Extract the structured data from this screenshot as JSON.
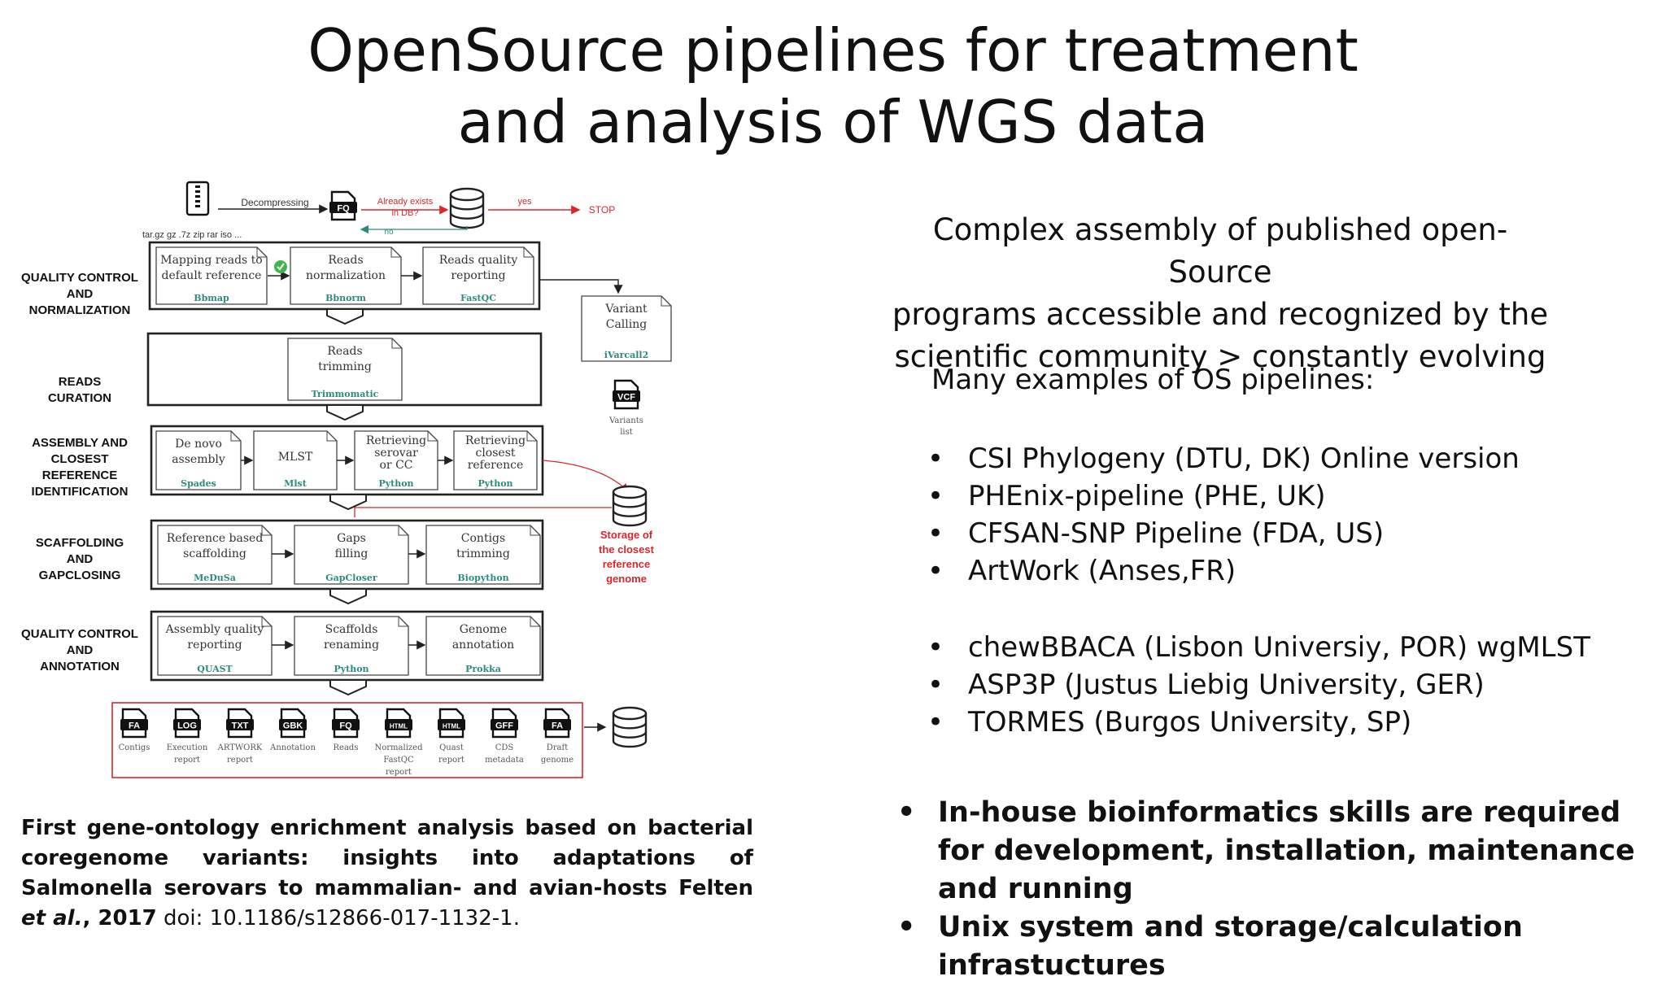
{
  "title": {
    "line1": "OpenSource pipelines for treatment",
    "line2": "and analysis of WGS data"
  },
  "diagram": {
    "top": {
      "archive_formats": "tar.gz  gz  .7z  zip  rar  iso ...",
      "decompressing": "Decompressing",
      "fq": "FQ",
      "already_exists_1": "Already exists",
      "already_exists_2": "in DB?",
      "yes": "yes",
      "no": "no",
      "stop": "STOP"
    },
    "stages": [
      {
        "label": [
          "QUALITY CONTROL",
          "AND",
          "NORMALIZATION"
        ]
      },
      {
        "label": [
          "READS",
          "CURATION"
        ]
      },
      {
        "label": [
          "ASSEMBLY AND",
          "CLOSEST",
          "REFERENCE",
          "IDENTIFICATION"
        ]
      },
      {
        "label": [
          "SCAFFOLDING",
          "AND",
          "GAPCLOSING"
        ]
      },
      {
        "label": [
          "QUALITY CONTROL",
          "AND",
          "ANNOTATION"
        ]
      }
    ],
    "qc_steps": [
      {
        "name": [
          "Mapping reads to",
          "default reference"
        ],
        "tool": "Bbmap"
      },
      {
        "name": [
          "Reads",
          "normalization"
        ],
        "tool": "Bbnorm"
      },
      {
        "name": [
          "Reads quality",
          "reporting"
        ],
        "tool": "FastQC"
      }
    ],
    "curation_step": {
      "name": [
        "Reads",
        "trimming"
      ],
      "tool": "Trimmomatic"
    },
    "assembly_steps": [
      {
        "name": [
          "De novo",
          "assembly"
        ],
        "tool": "Spades"
      },
      {
        "name": [
          "MLST"
        ],
        "tool": "Mlst"
      },
      {
        "name": [
          "Retrieving",
          "serovar",
          "or CC"
        ],
        "tool": "Python"
      },
      {
        "name": [
          "Retrieving",
          "closest",
          "reference"
        ],
        "tool": "Python"
      }
    ],
    "scaffolding_steps": [
      {
        "name": [
          "Reference based",
          "scaffolding"
        ],
        "tool": "MeDuSa"
      },
      {
        "name": [
          "Gaps",
          "filling"
        ],
        "tool": "GapCloser"
      },
      {
        "name": [
          "Contigs",
          "trimming"
        ],
        "tool": "Biopython"
      }
    ],
    "annotation_steps": [
      {
        "name": [
          "Assembly quality",
          "reporting"
        ],
        "tool": "QUAST"
      },
      {
        "name": [
          "Scaffolds",
          "renaming"
        ],
        "tool": "Python"
      },
      {
        "name": [
          "Genome",
          "annotation"
        ],
        "tool": "Prokka"
      }
    ],
    "variant_calling": {
      "name": [
        "Variant",
        "Calling"
      ],
      "tool": "iVarcall2",
      "file": "VCF",
      "file_label": [
        "Variants",
        "list"
      ]
    },
    "storage": [
      "Storage of",
      "the closest",
      "reference",
      "genome"
    ],
    "outputs": [
      {
        "icon": "FA",
        "label": [
          "Contigs"
        ]
      },
      {
        "icon": "LOG",
        "label": [
          "Execution",
          "report"
        ]
      },
      {
        "icon": "TXT",
        "label": [
          "ARTWORK",
          "report"
        ]
      },
      {
        "icon": "GBK",
        "label": [
          "Annotation"
        ]
      },
      {
        "icon": "FQ",
        "label": [
          "Reads"
        ]
      },
      {
        "icon": "HTML",
        "label": [
          "Normalized",
          "FastQC",
          "report"
        ]
      },
      {
        "icon": "HTML",
        "label": [
          "Quast",
          "report"
        ]
      },
      {
        "icon": "GFF",
        "label": [
          "CDS",
          "metadata"
        ]
      },
      {
        "icon": "FA",
        "label": [
          "Draft",
          "genome"
        ]
      }
    ],
    "colors": {
      "tool_text": "#2f8a7e",
      "red": "#d9262c",
      "check": "#3cb84a"
    }
  },
  "intro": {
    "line1": "Complex assembly of published open-Source",
    "line2": "programs accessible and recognized by the",
    "line3": "scientific community > constantly evolving"
  },
  "examples_heading": "Many examples of OS pipelines:",
  "examples_group1": [
    "CSI Phylogeny (DTU, DK) Online version",
    "PHEnix-pipeline (PHE, UK)",
    "CFSAN-SNP Pipeline (FDA, US)",
    "ArtWork (Anses,FR)"
  ],
  "examples_group2": [
    "chewBBACA (Lisbon Universiy, POR) wgMLST",
    "ASP3P (Justus Liebig University, GER)",
    "TORMES (Burgos University, SP)"
  ],
  "requirements": [
    "In-house bioinformatics skills are required for development, installation, maintenance and running",
    "Unix system and storage/calculation infrastuctures"
  ],
  "citation": {
    "text": "First gene-ontology enrichment analysis based on bacterial coregenome variants: insights into adaptations of Salmonella serovars to mammalian- and avian-hosts Felten",
    "etal": "et al.",
    "year": ", 2017",
    "doi": " doi: 10.1186/s12866-017-1132-1."
  }
}
